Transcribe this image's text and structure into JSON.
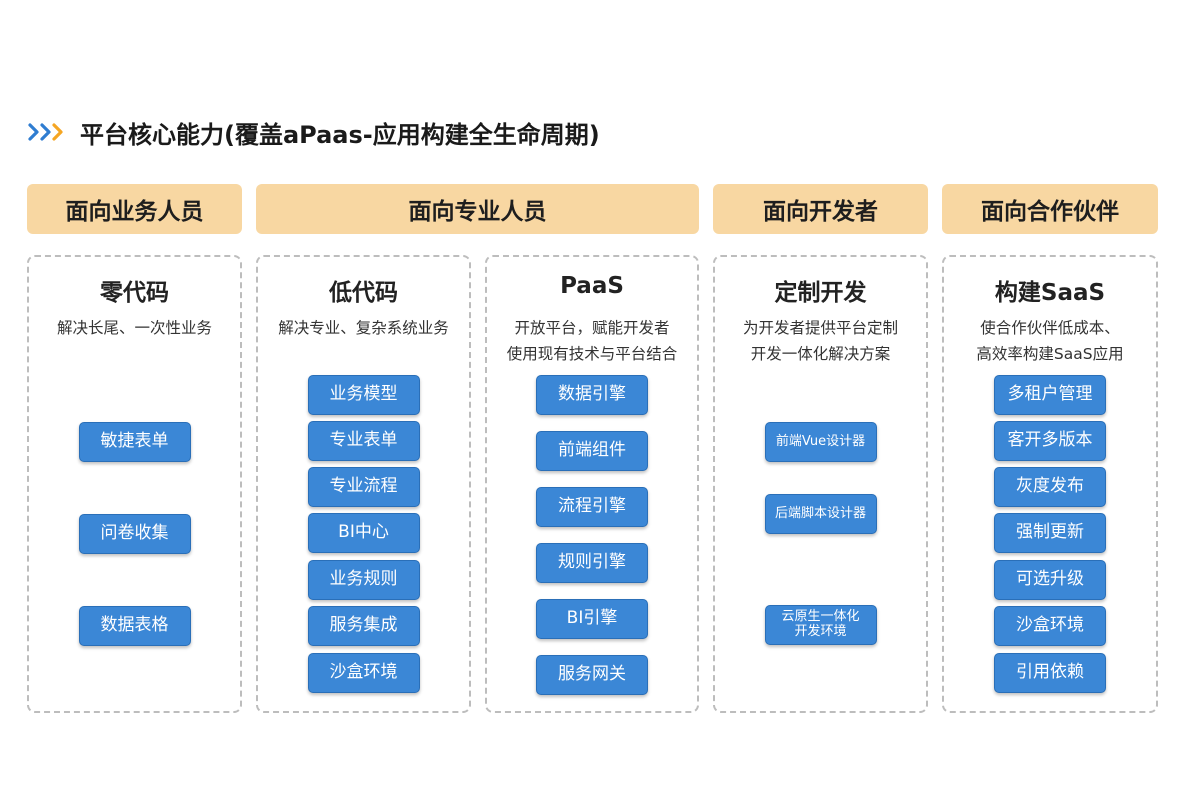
{
  "title": "平台核心能力(覆盖aPaas-应用构建全生命周期)",
  "icons": {
    "title_marker": "triple-chevron-right-icon"
  },
  "colors": {
    "header_bg": "#f8d7a2",
    "button_bg": "#3b87d6",
    "chevron_blue": "#2f7dd1",
    "chevron_orange": "#f5a623"
  },
  "headers": [
    "面向业务人员",
    "面向专业人员",
    "面向开发者",
    "面向合作伙伴"
  ],
  "columns": [
    {
      "title": "零代码",
      "desc": [
        "解决长尾、一次性业务"
      ],
      "buttons": [
        "敏捷表单",
        "问卷收集",
        "数据表格"
      ]
    },
    {
      "title": "低代码",
      "desc": [
        "解决专业、复杂系统业务"
      ],
      "buttons": [
        "业务模型",
        "专业表单",
        "专业流程",
        "BI中心",
        "业务规则",
        "服务集成",
        "沙盒环境"
      ]
    },
    {
      "title": "PaaS",
      "desc": [
        "开放平台，赋能开发者",
        "使用现有技术与平台结合"
      ],
      "buttons": [
        "数据引擎",
        "前端组件",
        "流程引擎",
        "规则引擎",
        "BI引擎",
        "服务网关"
      ]
    },
    {
      "title": "定制开发",
      "desc": [
        "为开发者提供平台定制",
        "开发一体化解决方案"
      ],
      "buttons": [
        "前端Vue设计器",
        "后端脚本设计器",
        "云原生一体化",
        "开发环境"
      ]
    },
    {
      "title": "构建SaaS",
      "desc": [
        "使合作伙伴低成本、",
        "高效率构建SaaS应用"
      ],
      "buttons": [
        "多租户管理",
        "客开多版本",
        "灰度发布",
        "强制更新",
        "可选升级",
        "沙盒环境",
        "引用依赖"
      ]
    }
  ]
}
